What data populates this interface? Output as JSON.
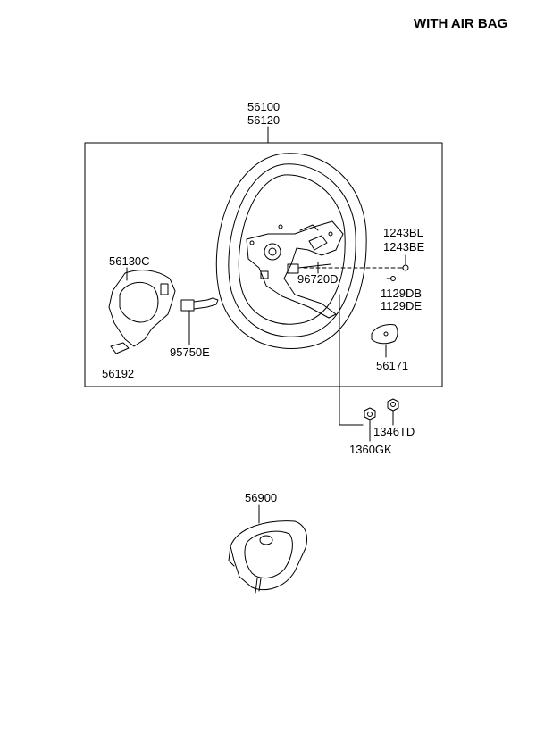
{
  "header": {
    "title": "WITH AIR BAG"
  },
  "parts": {
    "wheel_a": "56100",
    "wheel_b": "56120",
    "cover": "56130C",
    "cover_clip": "56192",
    "switch": "95750E",
    "damper": "96720D",
    "bolt_a": "1243BL",
    "bolt_b": "1243BE",
    "screw_a": "1129DB",
    "screw_b": "1129DE",
    "trim": "56171",
    "nut_a": "1346TD",
    "nut_b": "1360GK",
    "airbag": "56900"
  }
}
